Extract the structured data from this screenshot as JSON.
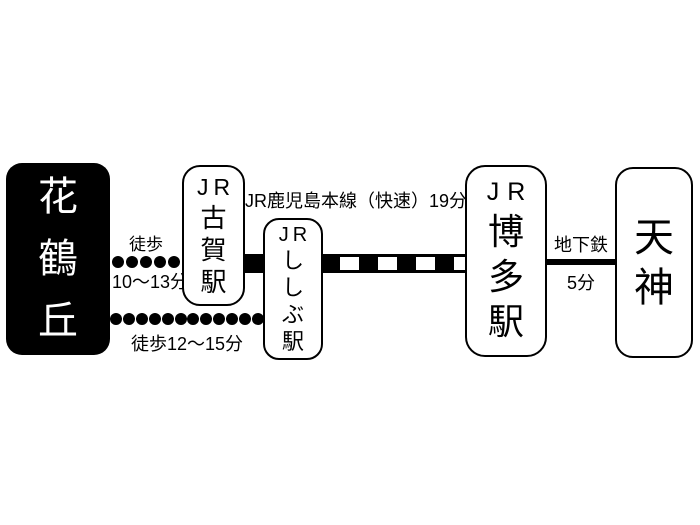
{
  "diagram": {
    "origin": {
      "name": "花鶴丘"
    },
    "stations": {
      "koga": {
        "prefix": "JR",
        "name": "古賀駅"
      },
      "shishibu": {
        "prefix": "JR",
        "name": "ししぶ駅"
      },
      "hakata": {
        "prefix": "JR",
        "name": "博多駅"
      },
      "tenjin": {
        "name": "天神"
      }
    },
    "walk_routes": {
      "to_koga": {
        "label_top": "徒歩",
        "label_bottom": "10〜13分",
        "dots": 5
      },
      "to_shishibu": {
        "label_bottom": "徒歩12〜15分",
        "dots": 12
      }
    },
    "rail_line": {
      "label": "JR鹿児島本線（快速）19分"
    },
    "subway_line": {
      "label_top": "地下鉄",
      "label_bottom": "5分"
    },
    "colors": {
      "background": "#ffffff",
      "origin_box_fill": "#000000",
      "line_color": "#000000",
      "text_on_origin": "#ffffff"
    }
  }
}
